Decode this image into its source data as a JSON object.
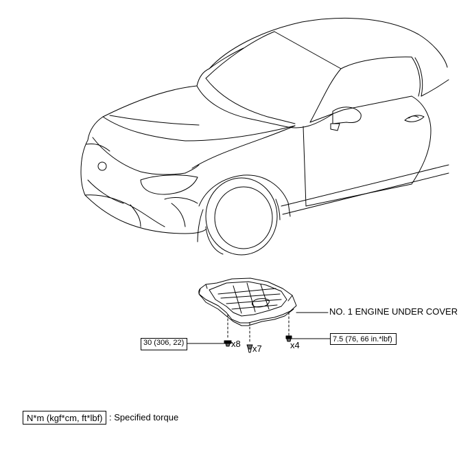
{
  "diagram": {
    "part_label": "NO. 1 ENGINE UNDER COVER",
    "fasteners": [
      {
        "id": "bolt-a",
        "qty": "x8",
        "torque": "30 (306, 22)"
      },
      {
        "id": "clip",
        "qty": "x7"
      },
      {
        "id": "bolt-b",
        "qty": "x4",
        "torque": "7.5 (76, 66 in.*lbf)"
      }
    ],
    "legend": {
      "unit_box": "N*m (kgf*cm, ft*lbf)",
      "description": ": Specified torque"
    }
  }
}
